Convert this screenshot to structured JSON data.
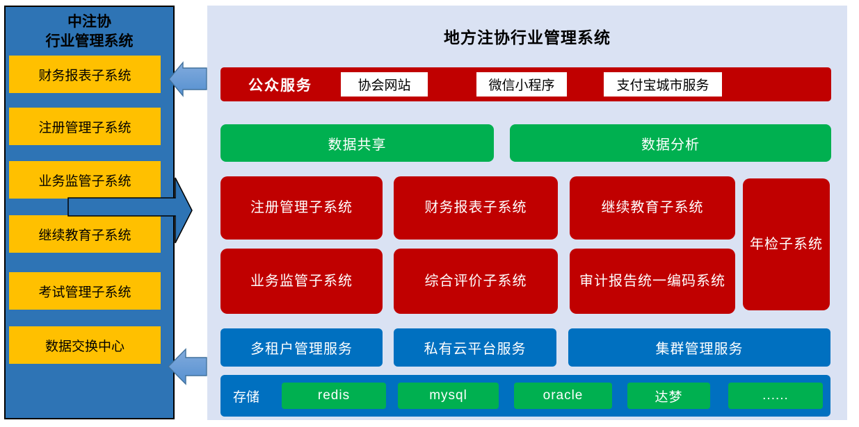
{
  "colors": {
    "left_panel_blue": "#2E74B5",
    "yellow": "#FFC000",
    "right_panel_bg": "#DAE2F3",
    "red": "#C00000",
    "green": "#00B050",
    "blue": "#0070C0",
    "arrow_light_blue": "#5B9BD5",
    "arrow_dark_blue": "#2E74B5"
  },
  "left_panel": {
    "title_line1": "中注协",
    "title_line2": "行业管理系统",
    "items": [
      {
        "label": "财务报表子系统"
      },
      {
        "label": "注册管理子系统"
      },
      {
        "label": "业务监管子系统"
      },
      {
        "label": "继续教育子系统"
      },
      {
        "label": "考试管理子系统"
      },
      {
        "label": "数据交换中心"
      }
    ]
  },
  "right_panel": {
    "title": "地方注协行业管理系统",
    "public_service_bar": {
      "label": "公众服务",
      "chips": [
        {
          "label": "协会网站"
        },
        {
          "label": "微信小程序"
        },
        {
          "label": "支付宝城市服务"
        }
      ]
    },
    "data_bars": [
      {
        "label": "数据共享"
      },
      {
        "label": "数据分析"
      }
    ],
    "subsystems_row1": [
      {
        "label": "注册管理子系统"
      },
      {
        "label": "财务报表子系统"
      },
      {
        "label": "继续教育子系统"
      }
    ],
    "subsystems_row2": [
      {
        "label": "业务监管子系统"
      },
      {
        "label": "综合评价子系统"
      },
      {
        "label": "审计报告统一编码系统"
      }
    ],
    "annual_inspection": {
      "label": "年检子系统"
    },
    "platform_services": [
      {
        "label": "多租户管理服务"
      },
      {
        "label": "私有云平台服务"
      },
      {
        "label": "集群管理服务"
      }
    ],
    "storage_bar": {
      "label": "存储",
      "items": [
        {
          "label": "redis"
        },
        {
          "label": "mysql"
        },
        {
          "label": "oracle"
        },
        {
          "label": "达梦"
        },
        {
          "label": "......"
        }
      ]
    }
  }
}
